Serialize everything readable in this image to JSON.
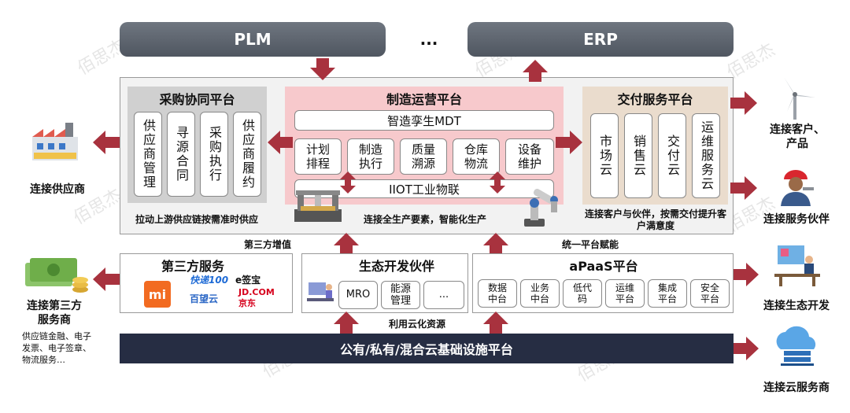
{
  "top": {
    "plm": "PLM",
    "dots": "...",
    "erp": "ERP"
  },
  "procurement": {
    "title": "采购协同平台",
    "items": [
      "供应商管理",
      "寻源合同",
      "采购执行",
      "供应商履约"
    ],
    "caption": "拉动上游供应链按需准时供应"
  },
  "manufacturing": {
    "title": "制造运营平台",
    "mdt": "智造孪生MDT",
    "items": [
      "计划\n排程",
      "制造\n执行",
      "质量\n溯源",
      "仓库\n物流",
      "设备\n维护"
    ],
    "iiot": "IIOT工业物联",
    "caption": "连接全生产要素，智能化生产"
  },
  "delivery": {
    "title": "交付服务平台",
    "items": [
      "市场云",
      "销售云",
      "交付云",
      "运维服务云"
    ],
    "caption": "连接客户与伙伴，按需交付提升客户满意度"
  },
  "third_party": {
    "label": "第三方增值",
    "title": "第三方服务",
    "logos": [
      "快递100",
      "e签宝",
      "百望云",
      "JD.COM 京东"
    ]
  },
  "eco": {
    "title": "生态开发伙伴",
    "items": [
      "MRO",
      "能源\n管理",
      "..."
    ],
    "caption": "利用云化资源"
  },
  "apaas": {
    "label": "统一平台赋能",
    "title": "aPaaS平台",
    "items": [
      "数据\n中台",
      "业务\n中台",
      "低代\n码",
      "运维\n平台",
      "集成\n平台",
      "安全\n平台"
    ]
  },
  "cloud": {
    "label": "公有/私有/混合云基础设施平台"
  },
  "outer": {
    "supplier": "连接供应商",
    "third_party": "连接第三方\n服务商",
    "third_party_sub": "供应链金融、电子发票、电子签章、物流服务…",
    "customer": "连接客户、\n产品",
    "service_partner": "连接服务伙伴",
    "eco_dev": "连接生态开发",
    "cloud_provider": "连接云服务商"
  },
  "watermark": "佰思杰",
  "colors": {
    "arrow": "#a8323e",
    "bar": "#5b626b",
    "panel": "#d0d0d0",
    "mfg": "#f7c9cc",
    "delivery": "#eadccd",
    "cloud_bar": "#262d43"
  }
}
